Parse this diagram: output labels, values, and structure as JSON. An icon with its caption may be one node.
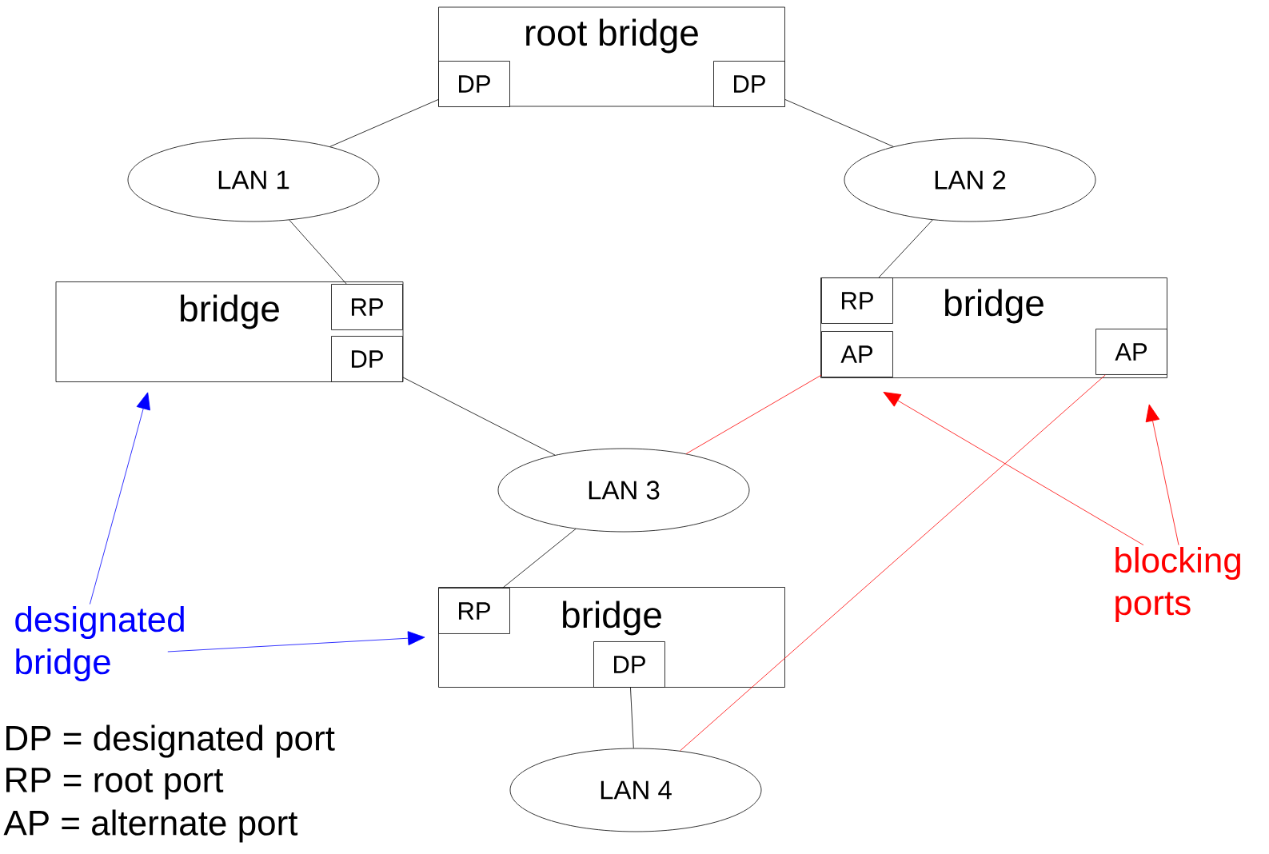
{
  "diagram": {
    "nodes": [
      {
        "text": [
          "root bridge"
        ]
      },
      {
        "text": [
          "DP"
        ],
        "in": 0
      },
      {
        "text": [
          "DP"
        ],
        "in": 0
      },
      {
        "text": [
          "LAN 1"
        ]
      },
      {
        "text": [
          "LAN 2"
        ]
      },
      {
        "text": [
          "bridge"
        ]
      },
      {
        "text": [
          "RP"
        ],
        "in": 5
      },
      {
        "text": [
          "DP"
        ],
        "in": 5
      },
      {
        "text": [
          "bridge"
        ]
      },
      {
        "text": [
          "RP"
        ],
        "in": 8
      },
      {
        "text": [
          "AP"
        ],
        "in": 8
      },
      {
        "text": [
          "AP"
        ],
        "in": 8
      },
      {
        "text": [
          "LAN 3"
        ]
      },
      {
        "text": [
          "bridge"
        ]
      },
      {
        "text": [
          "RP"
        ],
        "in": 13
      },
      {
        "text": [
          "DP"
        ],
        "in": 13
      },
      {
        "text": [
          "LAN 4"
        ]
      },
      {
        "text": [
          "designated bridge"
        ]
      },
      {
        "text": [
          "blocking ports"
        ]
      }
    ],
    "edges": [
      {
        "from": 1,
        "to": 3,
        "arrow": "none"
      },
      {
        "from": 2,
        "to": 4,
        "arrow": "none"
      },
      {
        "from": 3,
        "to": 6,
        "arrow": "none"
      },
      {
        "from": 4,
        "to": 9,
        "arrow": "none"
      },
      {
        "from": 7,
        "to": 12,
        "arrow": "none"
      },
      {
        "from": 10,
        "to": 12,
        "arrow": "none",
        "color": "#ff0000"
      },
      {
        "from": 11,
        "to": 16,
        "arrow": "none",
        "color": "#ff0000"
      },
      {
        "from": 12,
        "to": 14,
        "arrow": "none"
      },
      {
        "from": 15,
        "to": 16,
        "arrow": "none"
      },
      {
        "from": 17,
        "to": 5,
        "arrow": "to",
        "color": "#0000ff"
      },
      {
        "from": 17,
        "to": 13,
        "arrow": "to",
        "color": "#0000ff"
      },
      {
        "from": 18,
        "to": 10,
        "arrow": "to",
        "color": "#ff0000"
      },
      {
        "from": 18,
        "to": 11,
        "arrow": "to",
        "color": "#ff0000"
      }
    ],
    "labels": [
      "DP = designated port",
      "RP = root port",
      "AP = alternate port"
    ]
  }
}
